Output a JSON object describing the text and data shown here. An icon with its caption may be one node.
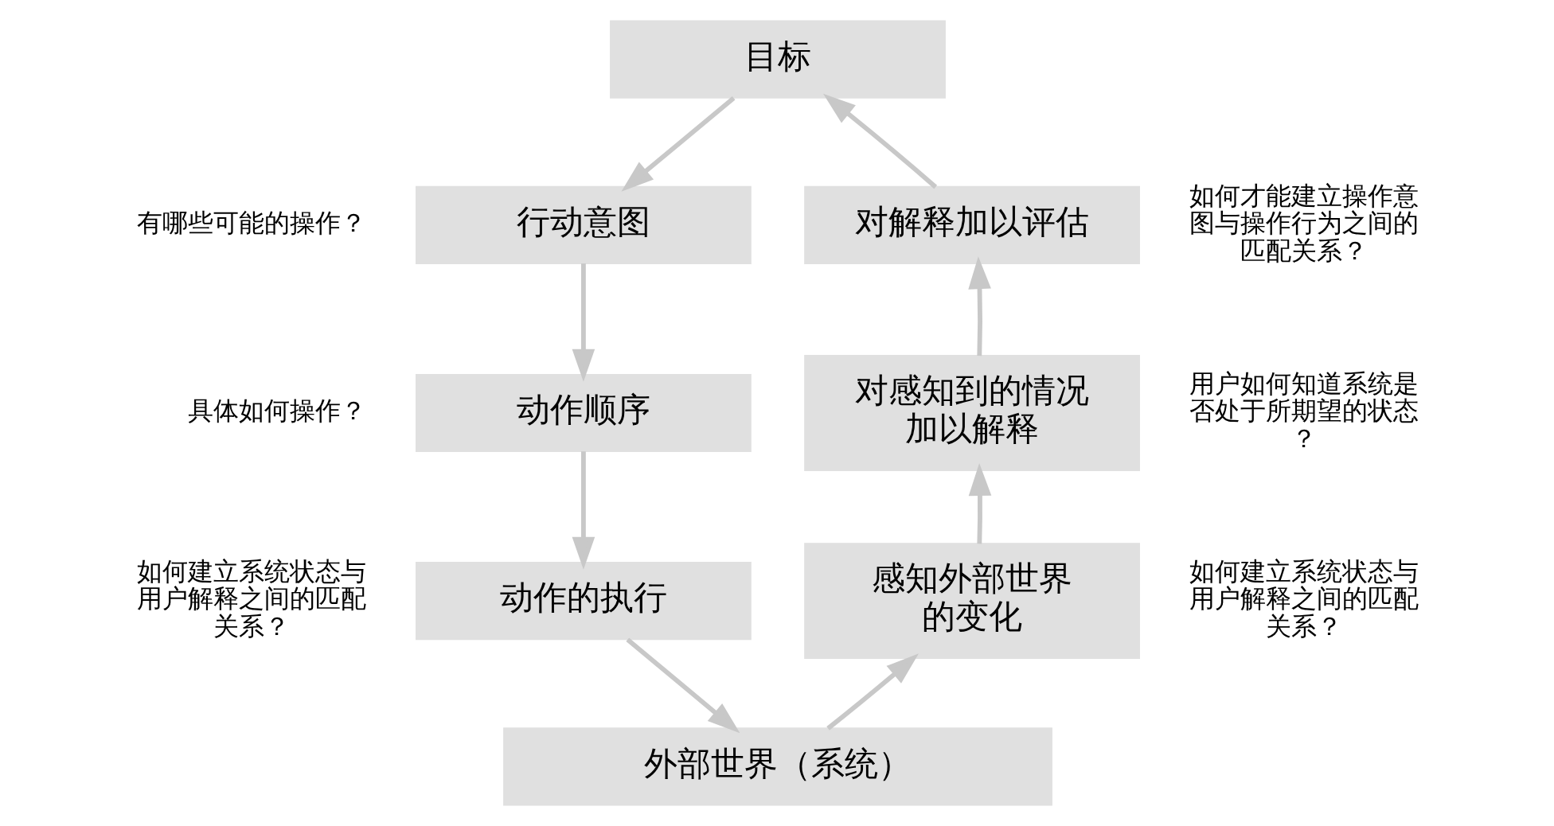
{
  "diagram": {
    "nodes": [
      {
        "text": [
          "目标"
        ]
      },
      {
        "text": [
          "行动意图"
        ],
        "beside": [
          "有哪些可能的操作？"
        ]
      },
      {
        "text": [
          "动作顺序"
        ],
        "beside": [
          "具体如何操作？"
        ]
      },
      {
        "text": [
          "动作的执行"
        ],
        "beside": [
          "如何建立系统状态与用户解释之间的匹配关系？"
        ]
      },
      {
        "text": [
          "外部世界（系统）"
        ]
      },
      {
        "text": [
          "感知外部世界的变化"
        ],
        "beside": [
          "如何建立系统状态与用户解释之间的匹配关系？"
        ]
      },
      {
        "text": [
          "对感知到的情况加以解释"
        ],
        "beside": [
          "用户如何知道系统是否处于所期望的状态？"
        ]
      },
      {
        "text": [
          "对解释加以评估"
        ],
        "beside": [
          "如何才能建立操作意图与操作行为之间的匹配关系？"
        ]
      }
    ],
    "edges": [
      {
        "from": 0,
        "to": 1,
        "arrow": "to"
      },
      {
        "from": 1,
        "to": 2,
        "arrow": "to"
      },
      {
        "from": 2,
        "to": 3,
        "arrow": "to"
      },
      {
        "from": 3,
        "to": 4,
        "arrow": "to"
      },
      {
        "from": 4,
        "to": 5,
        "arrow": "to"
      },
      {
        "from": 5,
        "to": 6,
        "arrow": "to"
      },
      {
        "from": 6,
        "to": 7,
        "arrow": "to"
      },
      {
        "from": 7,
        "to": 0,
        "arrow": "to"
      }
    ]
  }
}
